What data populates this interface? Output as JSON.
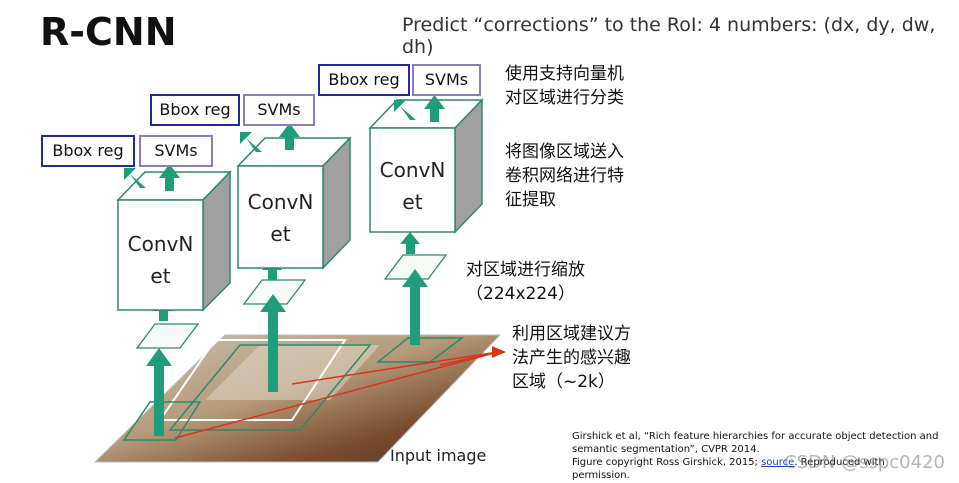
{
  "title": "R-CNN",
  "subtitle": "Predict “corrections” to the RoI: 4 numbers: (dx, dy, dw, dh)",
  "heads": [
    {
      "bbox": "Bbox reg",
      "svm": "SVMs",
      "net": [
        "ConvN",
        "et"
      ]
    },
    {
      "bbox": "Bbox reg",
      "svm": "SVMs",
      "net": [
        "ConvN",
        "et"
      ]
    },
    {
      "bbox": "Bbox reg",
      "svm": "SVMs",
      "net": [
        "ConvN",
        "et"
      ]
    }
  ],
  "notes": {
    "svm_note": "使用支持向量机\n对区域进行分类",
    "cnn_note": "将图像区域送入\n卷积网络进行特\n征提取",
    "warp_note": "对区域进行缩放\n（224x224）",
    "proposal_note": "利用区域建议方\n法产生的感兴趣\n区域（~2k）"
  },
  "input_label": "Input image",
  "citation": {
    "line1": "Girshick et al, “Rich feature hierarchies for accurate object detection and",
    "line2": "semantic segmentation”, CVPR 2014.",
    "line3_prefix": "Figure copyright Ross Girshick, 2015; ",
    "line3_link": "source",
    "line3_suffix": ". Reproduced with permission."
  },
  "watermark": "CSDN @sspc0420",
  "colors": {
    "arrow": "#1f9d7a",
    "box_face": "#ffffff",
    "box_edge": "#2a8a6a",
    "box_side": "#9a9a9a",
    "bbox_border": "#1f2d9a",
    "svm_border": "#8e7cc3",
    "pointer": "#d7341c"
  }
}
